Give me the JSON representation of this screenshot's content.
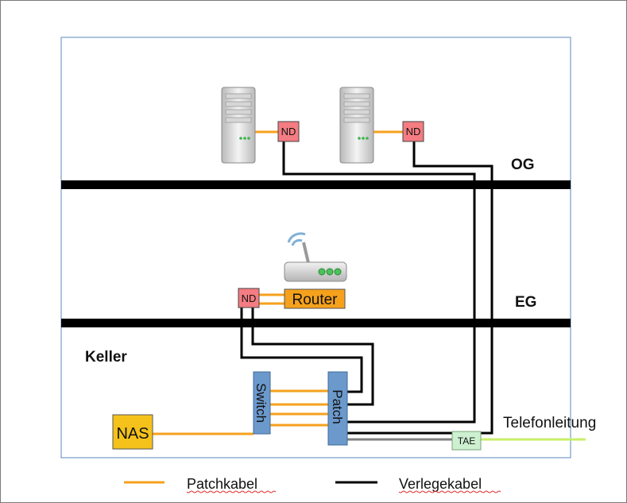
{
  "floors": {
    "og": "OG",
    "eg": "EG",
    "keller": "Keller"
  },
  "nodes": {
    "nd_label": "ND",
    "router": "Router",
    "switch": "Switch",
    "patch": "Patch",
    "nas": "NAS",
    "tae": "TAE",
    "telefonleitung": "Telefonleitung"
  },
  "legend": {
    "patchkabel": "Patchkabel",
    "verlegekabel": "Verlegekabel"
  },
  "colors": {
    "patch_cable": "#f5a11c",
    "install_cable": "#000000",
    "phone_line": "#c9ef6a",
    "nd_fill": "#f47c82",
    "router_fill": "#f5a11c",
    "switch_fill": "#6b99cc",
    "patch_fill": "#6b99cc",
    "nas_fill": "#f5c21b",
    "tae_fill": "#cdf0d0",
    "floor_slab": "#000000",
    "building_outline": "#5b89c0"
  },
  "icons": [
    "server-icon",
    "server-icon",
    "wifi-router-icon"
  ]
}
